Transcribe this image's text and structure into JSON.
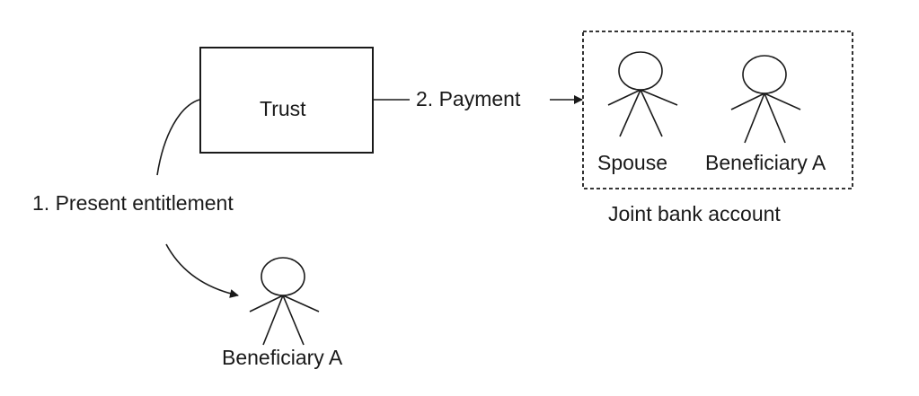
{
  "diagram": {
    "trust": {
      "label": "Trust"
    },
    "payment_edge": {
      "label": "2. Payment"
    },
    "entitlement_edge": {
      "label": "1. Present entitlement"
    },
    "joint_account": {
      "label": "Joint bank account",
      "members": [
        {
          "label": "Spouse"
        },
        {
          "label": "Beneficiary A"
        }
      ]
    },
    "standalone_actor": {
      "label": "Beneficiary A"
    },
    "colors": {
      "stroke": "#1a1a1a",
      "background": "#ffffff"
    }
  }
}
